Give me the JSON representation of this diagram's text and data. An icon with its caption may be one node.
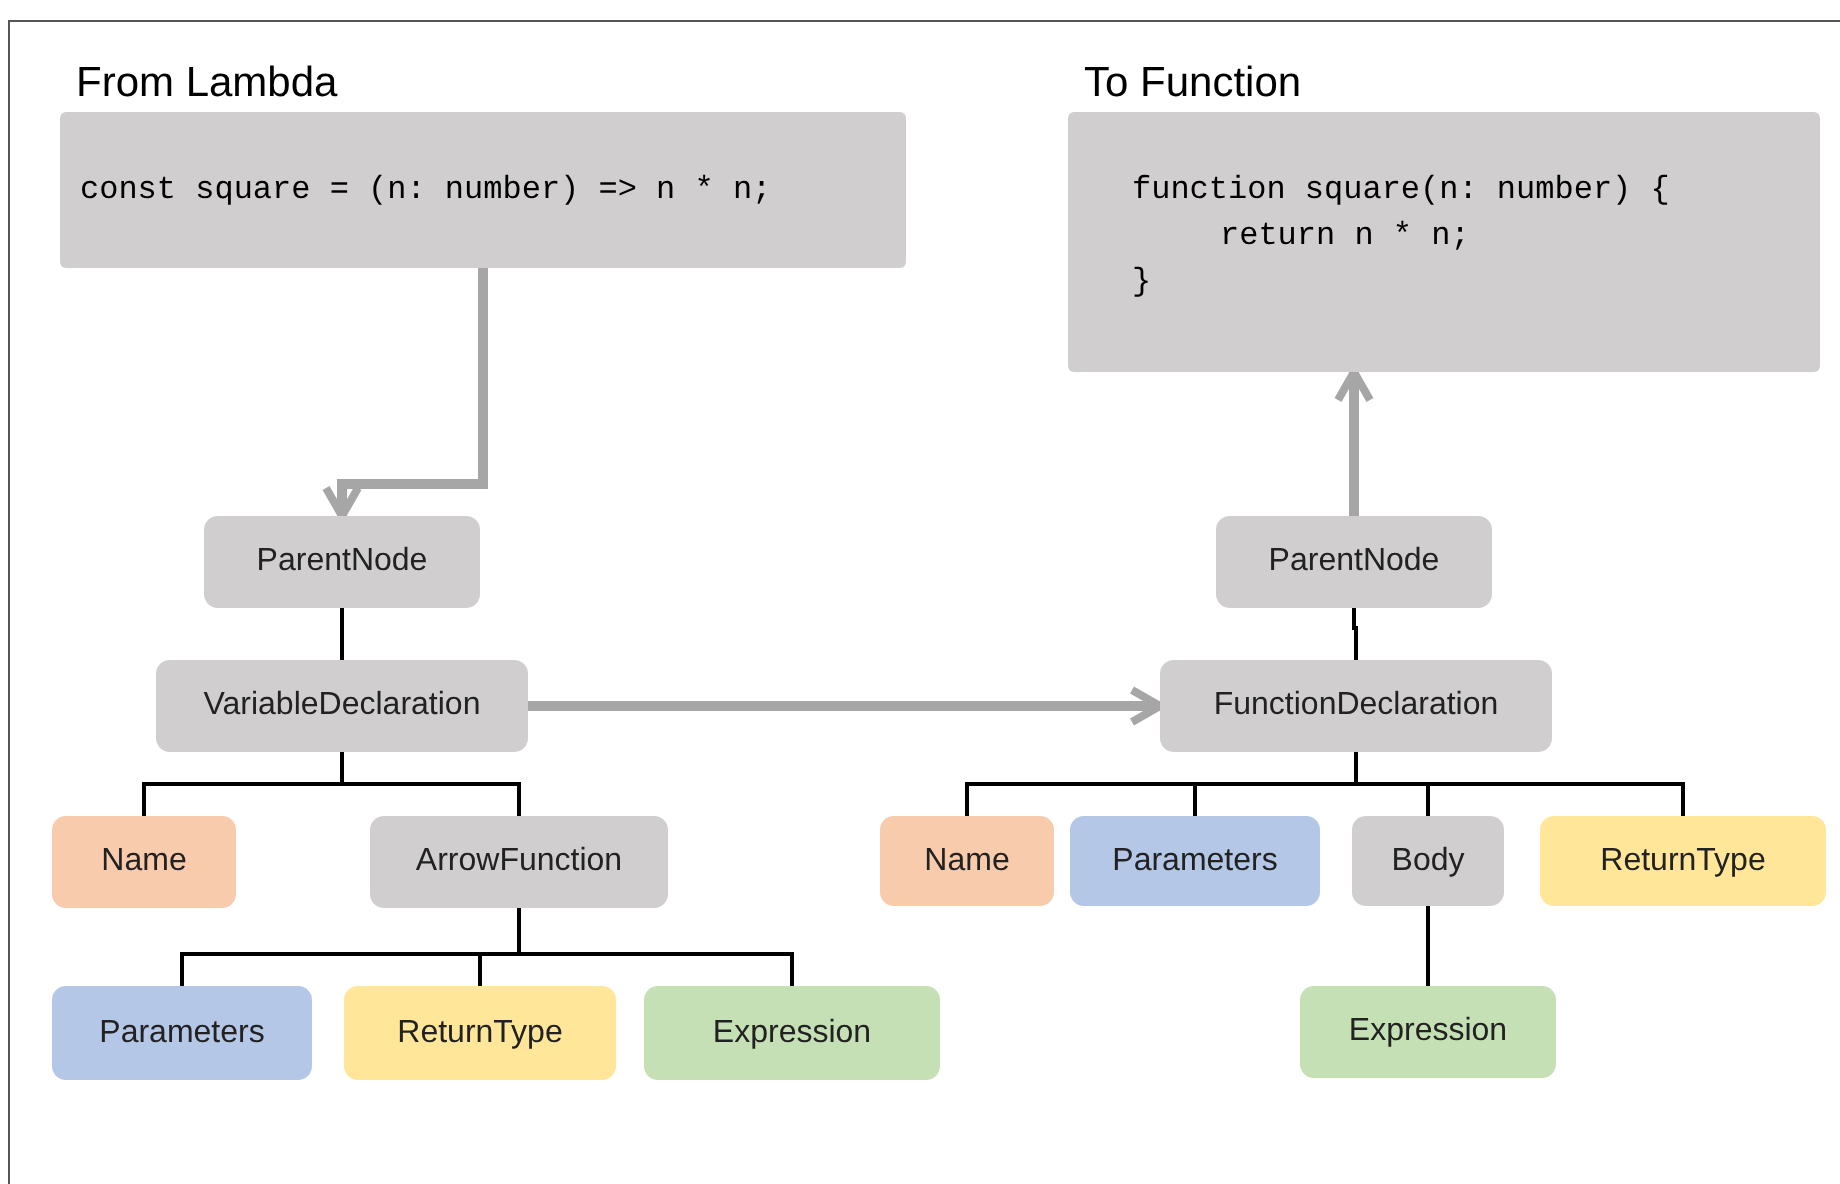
{
  "diagram": {
    "nodes": [
      {
        "text": [
          "From Lambda",
          "const square = (n: number) => n * n;"
        ]
      },
      {
        "text": [
          "To Function",
          "function square(n: number) {",
          "return n * n;",
          "}"
        ]
      },
      {
        "text": [
          "ParentNode"
        ]
      },
      {
        "text": [
          "VariableDeclaration"
        ]
      },
      {
        "text": [
          "Name"
        ]
      },
      {
        "text": [
          "ArrowFunction"
        ]
      },
      {
        "text": [
          "Parameters"
        ]
      },
      {
        "text": [
          "ReturnType"
        ]
      },
      {
        "text": [
          "Expression"
        ]
      },
      {
        "text": [
          "ParentNode"
        ]
      },
      {
        "text": [
          "FunctionDeclaration"
        ]
      },
      {
        "text": [
          "Name"
        ]
      },
      {
        "text": [
          "Parameters"
        ]
      },
      {
        "text": [
          "Body"
        ]
      },
      {
        "text": [
          "ReturnType"
        ]
      },
      {
        "text": [
          "Expression"
        ]
      }
    ],
    "edges": [
      {
        "from": 0,
        "to": 2,
        "arrow": "to",
        "style": "thick",
        "color": "#a6a6a6"
      },
      {
        "from": 2,
        "to": 3,
        "arrow": "none"
      },
      {
        "from": 3,
        "to": 4,
        "arrow": "none"
      },
      {
        "from": 3,
        "to": 5,
        "arrow": "none"
      },
      {
        "from": 5,
        "to": 6,
        "arrow": "none"
      },
      {
        "from": 5,
        "to": 7,
        "arrow": "none"
      },
      {
        "from": 5,
        "to": 8,
        "arrow": "none"
      },
      {
        "from": 3,
        "to": 10,
        "arrow": "to",
        "style": "thick",
        "color": "#a6a6a6"
      },
      {
        "from": 9,
        "to": 1,
        "arrow": "to",
        "style": "thick",
        "color": "#a6a6a6"
      },
      {
        "from": 9,
        "to": 10,
        "arrow": "none"
      },
      {
        "from": 10,
        "to": 11,
        "arrow": "none"
      },
      {
        "from": 10,
        "to": 12,
        "arrow": "none"
      },
      {
        "from": 10,
        "to": 13,
        "arrow": "none"
      },
      {
        "from": 10,
        "to": 14,
        "arrow": "none"
      },
      {
        "from": 13,
        "to": 15,
        "arrow": "none"
      }
    ]
  }
}
